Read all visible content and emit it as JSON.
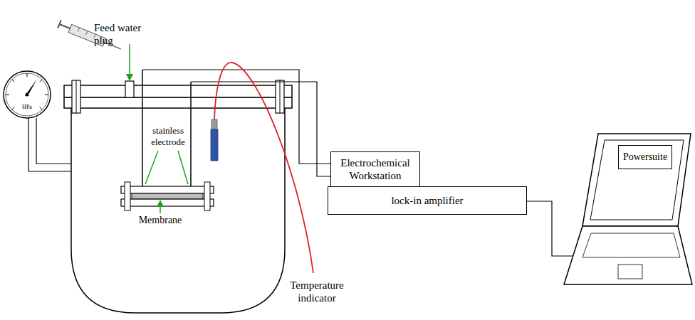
{
  "diagram": {
    "nodes": [
      {
        "text": [
          "Electrochemical Workstation"
        ]
      },
      {
        "text": [
          "lock-in amplifier"
        ]
      },
      {
        "text": [
          "Powersuite"
        ]
      }
    ],
    "labels": [
      "HPa",
      "Feed water plug",
      "stainless electrode",
      "Membrane",
      "Temperature indicator"
    ]
  }
}
